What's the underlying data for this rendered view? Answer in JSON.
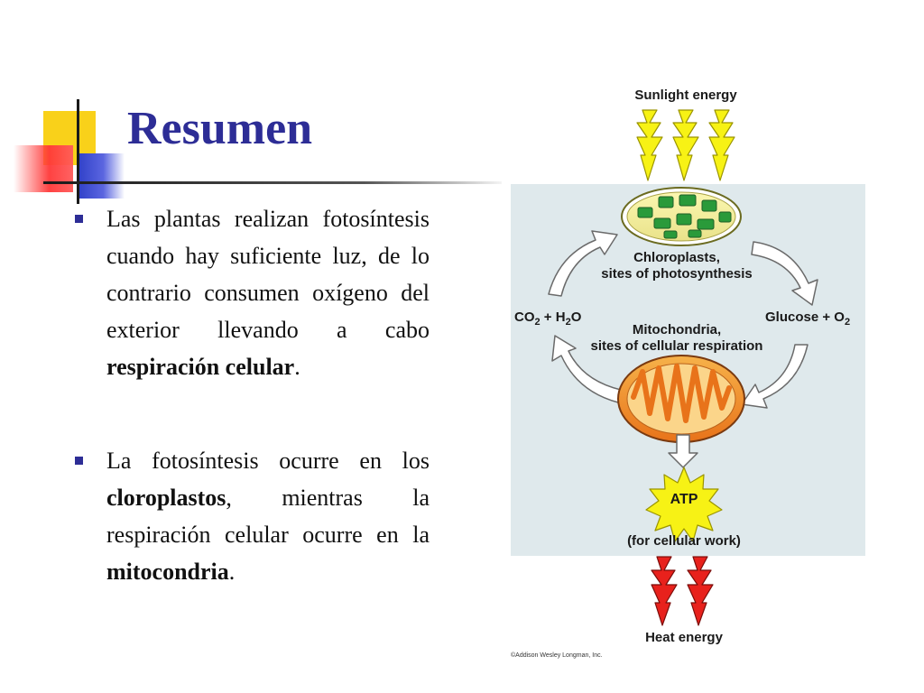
{
  "slide": {
    "title": "Resumen",
    "bullets": [
      {
        "parts": [
          {
            "text": "Las plantas realizan fotosíntesis cuando hay suficiente luz, de lo contrario consumen oxígeno del exterior llevando a cabo ",
            "bold": false
          },
          {
            "text": "respiración celular",
            "bold": true
          },
          {
            "text": ".",
            "bold": false
          }
        ]
      },
      {
        "parts": [
          {
            "text": "La fotosíntesis ocurre en los ",
            "bold": false
          },
          {
            "text": "cloroplastos",
            "bold": true
          },
          {
            "text": ", mientras la respiración celular ocurre en la ",
            "bold": false
          },
          {
            "text": "mitocondria",
            "bold": true
          },
          {
            "text": ".",
            "bold": false
          }
        ]
      }
    ]
  },
  "diagram": {
    "sunlight": "Sunlight energy",
    "chloroplast_line1": "Chloroplasts,",
    "chloroplast_line2": "sites of photosynthesis",
    "co2_h2o": {
      "a": "CO",
      "a_sub": "2",
      "b": " + H",
      "b_sub": "2",
      "c": "O"
    },
    "glucose_o2": {
      "a": "Glucose + O",
      "a_sub": "2"
    },
    "mito_line1": "Mitochondria,",
    "mito_line2": "sites of cellular respiration",
    "atp": "ATP",
    "atp_note": "(for cellular work)",
    "heat": "Heat energy",
    "copyright": "©Addison Wesley Longman, Inc."
  },
  "colors": {
    "title": "#2d2d96",
    "panel": "#dfe9ec",
    "bolt_yellow": "#f7f215",
    "bolt_red": "#e8211c",
    "chloroplast_green": "#2a9a3a",
    "mitochondria_orange": "#f08a24"
  }
}
